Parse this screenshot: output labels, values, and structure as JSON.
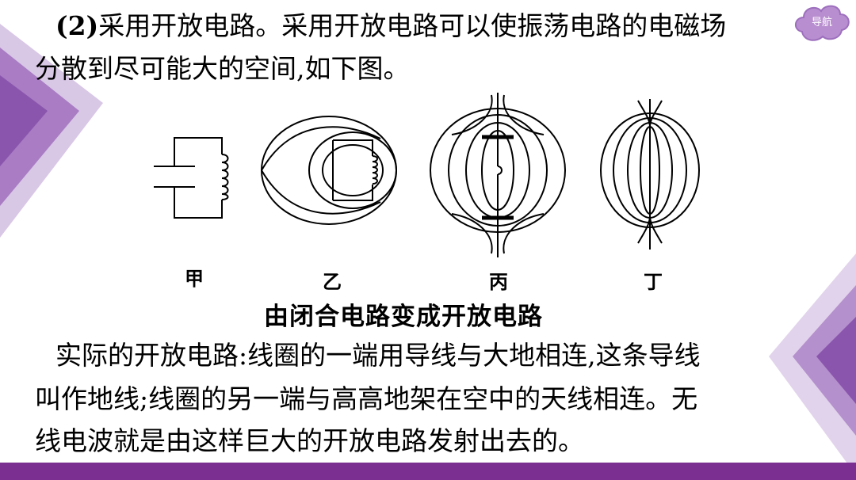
{
  "nav": {
    "label": "导航"
  },
  "paragraph1": {
    "prefix": "(2)",
    "line1": "采用开放电路。采用开放电路可以使振荡电路的电磁场",
    "line2": "分散到尽可能大的空间,如下图。"
  },
  "figure": {
    "labels": [
      "甲",
      "乙",
      "丙",
      "丁"
    ],
    "caption": "由闭合电路变成开放电路"
  },
  "paragraph2": {
    "line1": "实际的开放电路:线圈的一端用导线与大地相连,这条导线",
    "line2": "叫作地线;线圈的另一端与高高地架在空中的天线相连。无",
    "line3": "线电波就是由这样巨大的开放电路发射出去的。"
  },
  "colors": {
    "accent": "#7a2f91",
    "decor_light": "#c9b3d9",
    "nav_badge": "#b98ed0"
  }
}
